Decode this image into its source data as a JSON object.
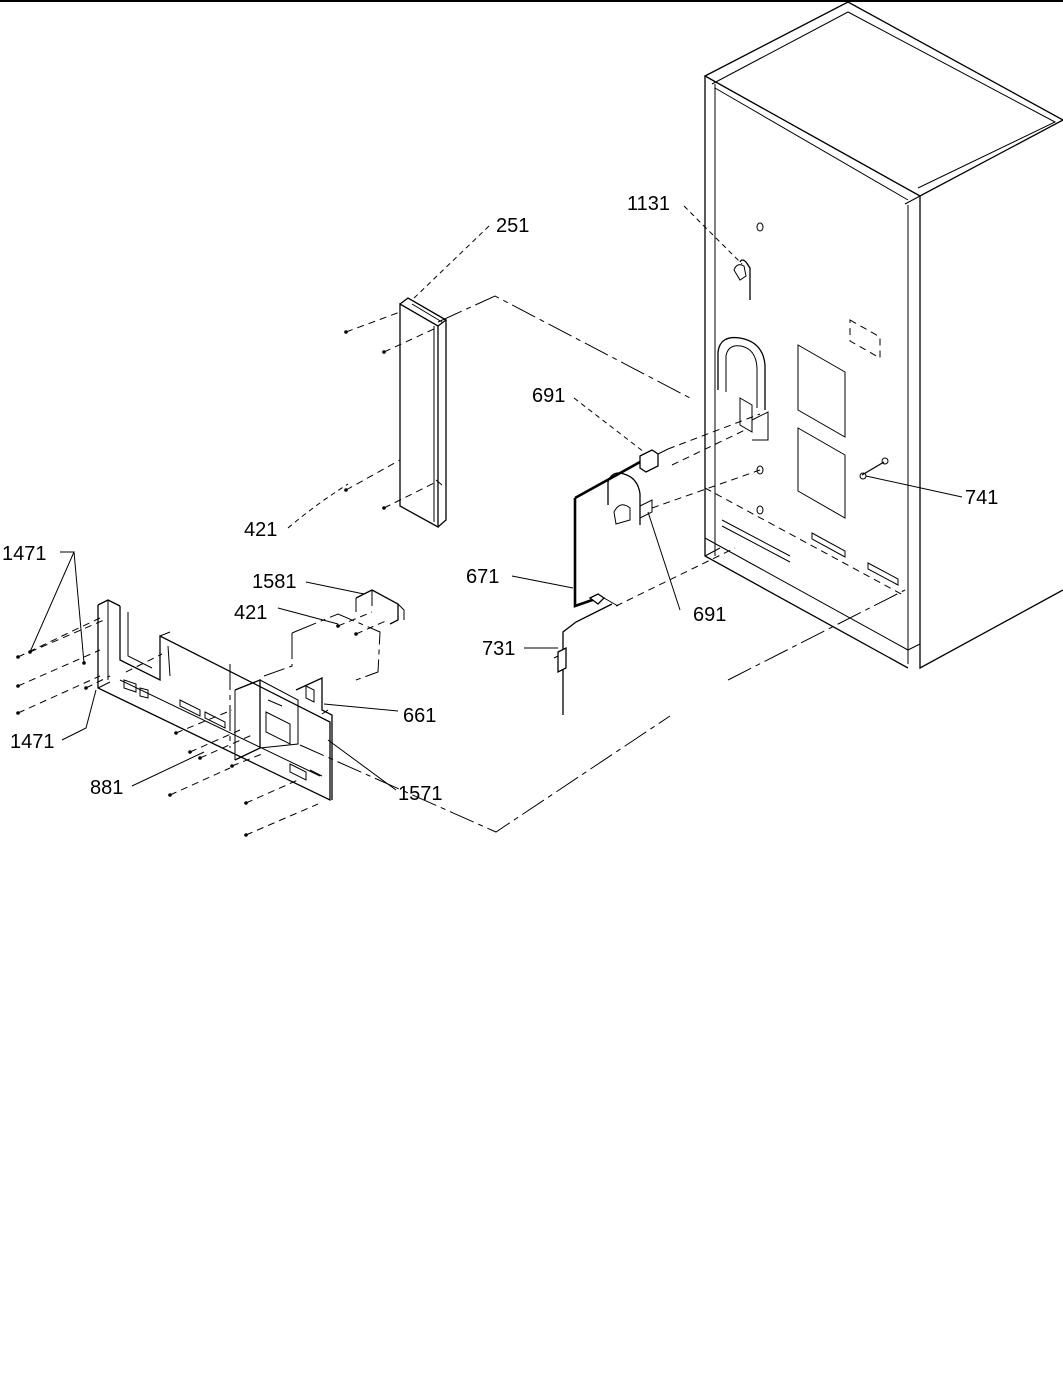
{
  "callouts": {
    "c1131": "1131",
    "c251": "251",
    "c691_top": "691",
    "c741": "741",
    "c421_mid": "421",
    "c1471_top": "1471",
    "c1581": "1581",
    "c421_low": "421",
    "c671": "671",
    "c691_low": "691",
    "c731": "731",
    "c661": "661",
    "c1471_low": "1471",
    "c881": "881",
    "c1571": "1571"
  }
}
